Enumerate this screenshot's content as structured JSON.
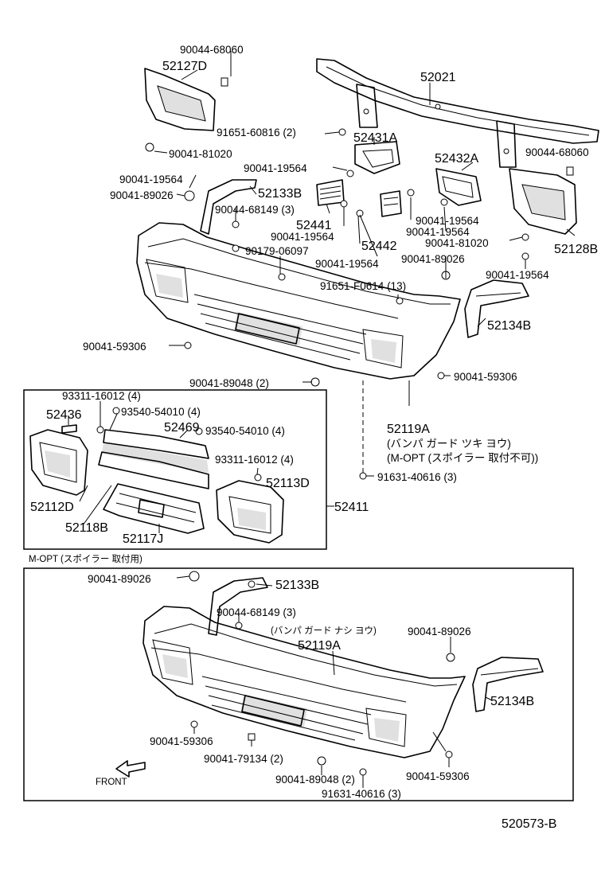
{
  "callouts": {
    "c90044_68060_top": "90044-68060",
    "c52127D": "52127D",
    "c52021": "52021",
    "c91651_60816": "91651-60816 (2)",
    "c52431A": "52431A",
    "c90044_68060_right": "90044-68060",
    "c90041_81020_left": "90041-81020",
    "c90041_19564_a": "90041-19564",
    "c90041_19564_b": "90041-19564",
    "c52432A": "52432A",
    "c90041_89026_a": "90041-89026",
    "c52133B_top": "52133B",
    "c90044_68149_top": "90044-68149 (3)",
    "c52441": "52441",
    "c90041_19564_c": "90041-19564",
    "c90041_19564_d": "90041-19564",
    "c90041_19564_e": "90041-19564",
    "c52442": "52442",
    "c90041_81020_right": "90041-81020",
    "c52128B": "52128B",
    "c90179_06097": "90179-06097",
    "c90041_19564_f": "90041-19564",
    "c90041_89026_b": "90041-89026",
    "c90041_19564_g": "90041-19564",
    "c91651_F0614": "91651-F0614 (13)",
    "c52134B_top": "52134B",
    "c90041_59306_a": "90041-59306",
    "c90041_89048_top": "90041-89048 (2)",
    "c90041_59306_b": "90041-59306",
    "c93311_16012_a": "93311-16012 (4)",
    "c52436": "52436",
    "c93540_54010_a": "93540-54010 (4)",
    "c52469": "52469",
    "c93540_54010_b": "93540-54010 (4)",
    "c93311_16012_b": "93311-16012 (4)",
    "c52113D": "52113D",
    "c52112D": "52112D",
    "c52411": "52411",
    "c52118B": "52118B",
    "c52117J": "52117J",
    "c52119A_top": "52119A",
    "note_bumper_guard_with": "(バンパ ガード ツキ ヨウ)",
    "note_mopt_no_spoiler": "(M-OPT (スポイラー 取付不可))",
    "c91631_40616_top": "91631-40616 (3)",
    "section_mopt_title": "M-OPT (スポイラー 取付用)",
    "c90041_89026_c": "90041-89026",
    "c52133B_bottom": "52133B",
    "c90044_68149_bottom": "90044-68149 (3)",
    "note_bumper_guard_without": "(バンパ ガード ナシ ヨウ)",
    "c90041_89026_d": "90041-89026",
    "c52119A_bottom": "52119A",
    "c52134B_bottom": "52134B",
    "c90041_59306_c": "90041-59306",
    "c90041_79134": "90041-79134 (2)",
    "c90041_89048_bottom": "90041-89048 (2)",
    "c90041_59306_d": "90041-59306",
    "c91631_40616_bottom": "91631-40616 (3)",
    "front_label": "FRONT",
    "diagram_id": "520573-B"
  }
}
